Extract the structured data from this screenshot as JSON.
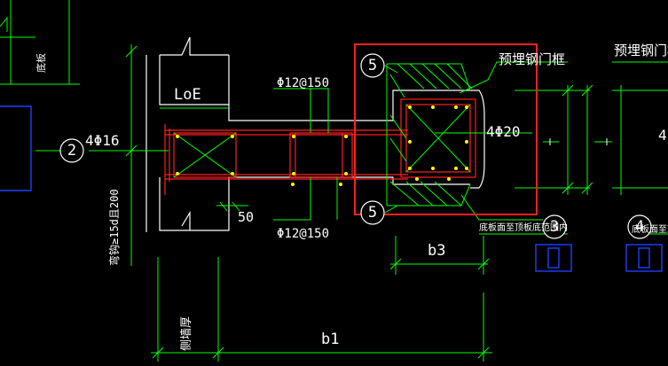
{
  "labels": {
    "loe": "LoE",
    "rebar_main": "4Φ16",
    "stirrup_top": "Φ12@150",
    "stirrup_bottom": "Φ12@150",
    "rebar_right": "4Φ20",
    "embedded_frame": "预埋钢门框",
    "embedded_frame_right": "预埋钢门框",
    "bend_note": "弯钩≥15d且200",
    "dim_50": "50",
    "dim_b3": "b3",
    "dim_b1": "b1",
    "side_wall": "侧墙厚",
    "floor_note_3": "底板面至顶板底范围内",
    "floor_note_4": "底板面至顶",
    "left_top_note": "底板",
    "right_cut_text": "4"
  },
  "callouts": [
    {
      "id": "callout-5-top",
      "number": "5"
    },
    {
      "id": "callout-5-bottom",
      "number": "5"
    },
    {
      "id": "callout-2",
      "number": "2"
    },
    {
      "id": "callout-3",
      "number": "3"
    },
    {
      "id": "callout-4",
      "number": "4"
    }
  ],
  "colors": {
    "background": "#000000",
    "dimension": "#00ff00",
    "rebar": "#ff2020",
    "text": "#ffffff",
    "outline": "#ffffff",
    "highlight_box": "#ff2020",
    "blue": "#2040ff",
    "stirrup_mark": "#ffff00"
  }
}
